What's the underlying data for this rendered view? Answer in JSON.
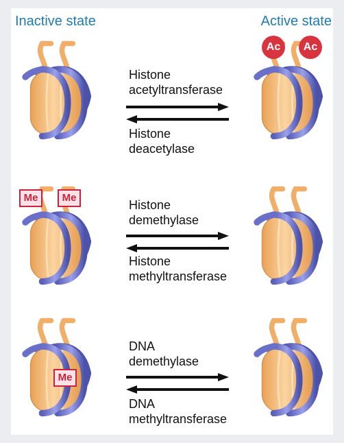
{
  "header": {
    "inactive_label": "Inactive state",
    "active_label": "Active state"
  },
  "rows": [
    {
      "top_enzyme": [
        "Histone",
        "acetyltransferase"
      ],
      "bottom_enzyme": [
        "Histone",
        "deacetylase"
      ]
    },
    {
      "top_enzyme": [
        "Histone",
        "demethylase"
      ],
      "bottom_enzyme": [
        "Histone",
        "methyltransferase"
      ]
    },
    {
      "top_enzyme": [
        "DNA",
        "demethylase"
      ],
      "bottom_enzyme": [
        "DNA",
        "methyltransferase"
      ]
    }
  ],
  "tags": {
    "acetyl": "Ac",
    "methyl": "Me"
  },
  "colors": {
    "histone_core": "#f2b36b",
    "histone_tail": "#f0ae69",
    "dna_wrap": "#6a70c8",
    "tag_red": "#d8343f",
    "label_blue": "#1f7bb0"
  }
}
